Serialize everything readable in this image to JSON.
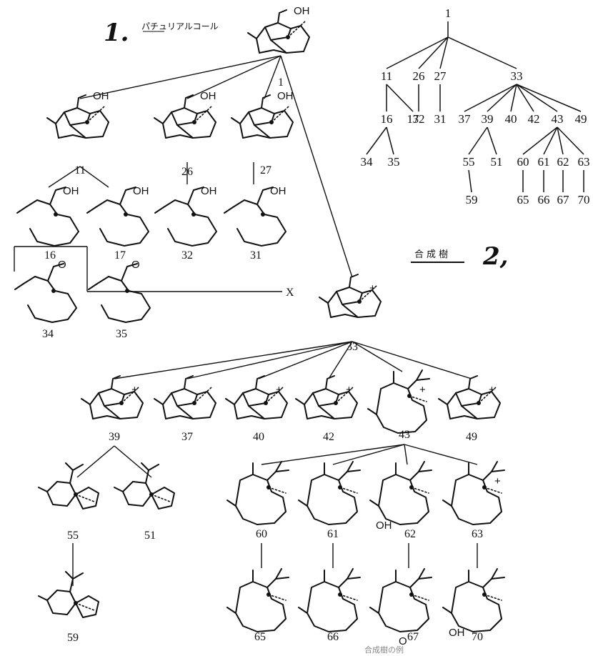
{
  "figure1": {
    "number": "1.",
    "compound_name": "パチュリアルコール",
    "nodes": {
      "n1": {
        "label": "1",
        "subs": [
          "OH"
        ]
      },
      "n11": {
        "label": "11",
        "subs": [
          "OH"
        ]
      },
      "n26": {
        "label": "26",
        "subs": [
          "OH"
        ]
      },
      "n27": {
        "label": "27",
        "subs": [
          "OH"
        ]
      },
      "n16": {
        "label": "16",
        "subs": [
          "OH"
        ]
      },
      "n17": {
        "label": "17",
        "subs": [
          "OH"
        ]
      },
      "n32": {
        "label": "32",
        "subs": [
          "OH"
        ]
      },
      "n31": {
        "label": "31",
        "subs": [
          "OH"
        ]
      },
      "n34": {
        "label": "34",
        "subs": [
          "O"
        ]
      },
      "n35": {
        "label": "35",
        "subs": [
          "O"
        ]
      },
      "n33": {
        "label": "33",
        "subs": [
          "+"
        ]
      },
      "n39": {
        "label": "39",
        "subs": [
          "+"
        ]
      },
      "n37": {
        "label": "37",
        "subs": []
      },
      "n40": {
        "label": "40",
        "subs": [
          "+"
        ]
      },
      "n42": {
        "label": "42",
        "subs": [
          "+"
        ]
      },
      "n43": {
        "label": "43",
        "subs": [
          "+"
        ]
      },
      "n49": {
        "label": "49",
        "subs": [
          "+"
        ]
      },
      "n55": {
        "label": "55",
        "subs": []
      },
      "n51": {
        "label": "51",
        "subs": []
      },
      "n59": {
        "label": "59",
        "subs": []
      },
      "n60": {
        "label": "60",
        "subs": []
      },
      "n61": {
        "label": "61",
        "subs": []
      },
      "n62": {
        "label": "62",
        "subs": [
          "OH"
        ]
      },
      "n63": {
        "label": "63",
        "subs": [
          "+"
        ]
      },
      "n65": {
        "label": "65",
        "subs": []
      },
      "n66": {
        "label": "66",
        "subs": []
      },
      "n67": {
        "label": "67",
        "subs": [
          "O"
        ]
      },
      "n70": {
        "label": "70",
        "subs": [
          "OH"
        ]
      }
    },
    "link_marker": "X",
    "edges": [
      [
        "n1",
        "n11"
      ],
      [
        "n1",
        "n26"
      ],
      [
        "n1",
        "n27"
      ],
      [
        "n1",
        "n33"
      ],
      [
        "n11",
        "n16"
      ],
      [
        "n11",
        "n17"
      ],
      [
        "n26",
        "n32"
      ],
      [
        "n27",
        "n31"
      ],
      [
        "n16",
        "n34"
      ],
      [
        "n16",
        "n35"
      ],
      [
        "n33",
        "n39"
      ],
      [
        "n33",
        "n37"
      ],
      [
        "n33",
        "n40"
      ],
      [
        "n33",
        "n42"
      ],
      [
        "n33",
        "n43"
      ],
      [
        "n33",
        "n49"
      ],
      [
        "n39",
        "n55"
      ],
      [
        "n39",
        "n51"
      ],
      [
        "n55",
        "n59"
      ],
      [
        "n43",
        "n60"
      ],
      [
        "n43",
        "n61"
      ],
      [
        "n43",
        "n62"
      ],
      [
        "n43",
        "n63"
      ],
      [
        "n60",
        "n65"
      ],
      [
        "n61",
        "n66"
      ],
      [
        "n62",
        "n67"
      ],
      [
        "n63",
        "n70"
      ]
    ]
  },
  "figure2": {
    "number": "2,",
    "caption": "合成樹",
    "tree": {
      "t1": "1",
      "t11": "11",
      "t26": "26",
      "t27": "27",
      "t33": "33",
      "t16": "16",
      "t17": "17",
      "t32": "32",
      "t31": "31",
      "t37": "37",
      "t39": "39",
      "t40": "40",
      "t42": "42",
      "t43": "43",
      "t49": "49",
      "t34": "34",
      "t35": "35",
      "t55": "55",
      "t51": "51",
      "t60": "60",
      "t61": "61",
      "t62": "62",
      "t63": "63",
      "t59": "59",
      "t65": "65",
      "t66": "66",
      "t67": "67",
      "t70": "70"
    },
    "edges": [
      [
        "t1",
        "t11"
      ],
      [
        "t1",
        "t26"
      ],
      [
        "t1",
        "t27"
      ],
      [
        "t1",
        "t33"
      ],
      [
        "t11",
        "t16"
      ],
      [
        "t11",
        "t17"
      ],
      [
        "t26",
        "t32"
      ],
      [
        "t27",
        "t31"
      ],
      [
        "t16",
        "t34"
      ],
      [
        "t16",
        "t35"
      ],
      [
        "t33",
        "t37"
      ],
      [
        "t33",
        "t39"
      ],
      [
        "t33",
        "t40"
      ],
      [
        "t33",
        "t42"
      ],
      [
        "t33",
        "t43"
      ],
      [
        "t33",
        "t49"
      ],
      [
        "t39",
        "t55"
      ],
      [
        "t39",
        "t51"
      ],
      [
        "t43",
        "t60"
      ],
      [
        "t43",
        "t61"
      ],
      [
        "t43",
        "t62"
      ],
      [
        "t43",
        "t63"
      ],
      [
        "t55",
        "t59"
      ],
      [
        "t60",
        "t65"
      ],
      [
        "t61",
        "t66"
      ],
      [
        "t62",
        "t67"
      ],
      [
        "t63",
        "t70"
      ]
    ]
  },
  "footer_caption": "合成樹の例"
}
